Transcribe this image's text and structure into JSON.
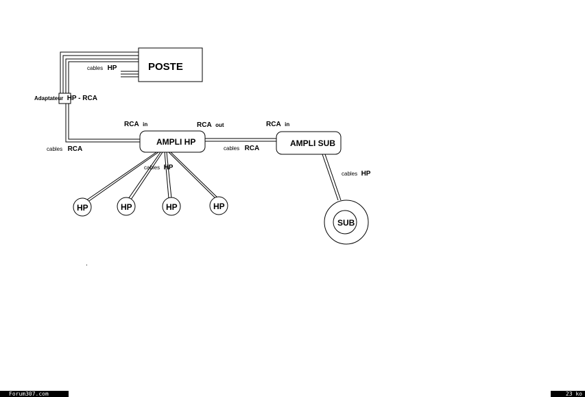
{
  "nodes": {
    "poste": "POSTE",
    "adaptateur_prefix": "Adaptateur",
    "adaptateur_suffix": "HP - RCA",
    "ampli_hp": "AMPLI HP",
    "ampli_sub": "AMPLI SUB",
    "hp": [
      "HP",
      "HP",
      "HP",
      "HP"
    ],
    "sub": "SUB"
  },
  "labels": {
    "cables_word": "cables",
    "cables_hp_top_suffix": "HP",
    "cables_rca_left_suffix": "RCA",
    "rca_in_left_prefix": "RCA",
    "rca_in_left_suffix": "in",
    "rca_out_prefix": "RCA",
    "rca_out_suffix": "out",
    "cables_rca_mid_suffix": "RCA",
    "rca_in_right_prefix": "RCA",
    "rca_in_right_suffix": "in",
    "cables_hp_speakers_suffix": "HP",
    "cables_hp_sub_suffix": "HP"
  },
  "footer": {
    "site": "Forum307.com",
    "size": "23 ko"
  },
  "colors": {
    "line": "#000000",
    "background": "#ffffff"
  }
}
